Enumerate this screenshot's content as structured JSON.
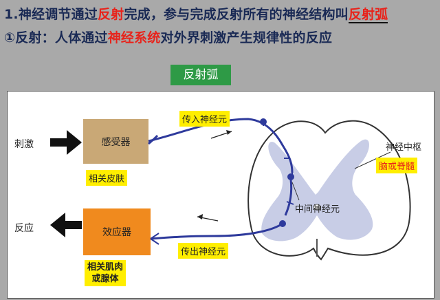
{
  "header": {
    "line1": {
      "prefix": "1.神经调节通过",
      "highlight1": "反射",
      "middle": "完成，参与完成反射所有的神经结构叫",
      "highlight2": "反射弧"
    },
    "line2": {
      "prefix": "①反射：人体通过",
      "highlight": "神经系统",
      "suffix": "对外界刺激产生规律性的反应"
    }
  },
  "title_box": "反射弧",
  "diagram": {
    "stimulus_label": "刺激",
    "response_label": "反应",
    "receptor_label": "感受器",
    "receptor_caption": "相关皮肤",
    "effector_label": "效应器",
    "effector_caption": [
      "相关肌肉",
      "或腺体"
    ],
    "afferent_label": "传入神经元",
    "efferent_label": "传出神经元",
    "interneuron_label": "中间神经元",
    "center_label": "神经中枢",
    "center_caption": "脑或脊髓"
  },
  "colors": {
    "background": "#a9a9a9",
    "accent_red": "#e8231b",
    "title_green": "#2e9a46",
    "highlight_yellow": "#ffee00",
    "receptor_fill": "#c9a876",
    "effector_fill": "#f08a1e",
    "nerve_blue": "#2e3a9c"
  }
}
